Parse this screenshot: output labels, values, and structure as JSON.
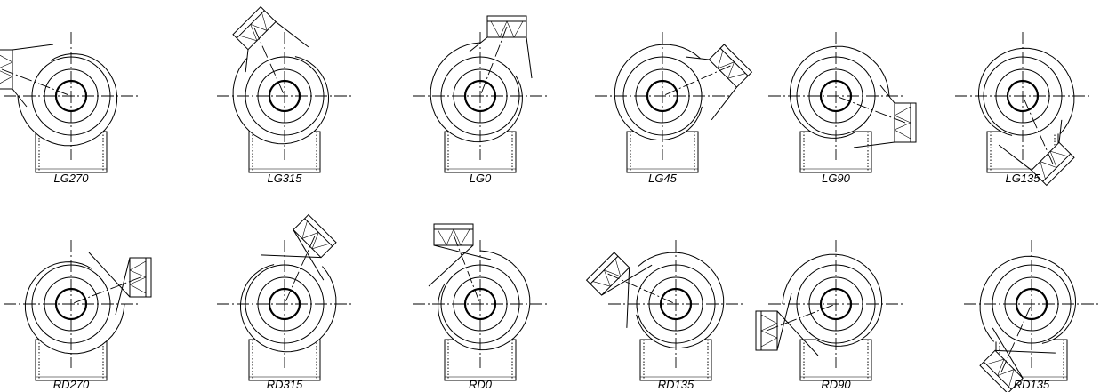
{
  "figure": {
    "variants": [
      {
        "id": "LG270",
        "label": "LG270"
      },
      {
        "id": "LG315",
        "label": "LG315"
      },
      {
        "id": "LG0",
        "label": "LG0"
      },
      {
        "id": "LG45",
        "label": "LG45"
      },
      {
        "id": "LG90",
        "label": "LG90"
      },
      {
        "id": "LG135",
        "label": "LG135"
      },
      {
        "id": "RD270",
        "label": "RD270"
      },
      {
        "id": "RD315",
        "label": "RD315"
      },
      {
        "id": "RD0",
        "label": "RD0"
      },
      {
        "id": "RD135a",
        "label": "RD135"
      },
      {
        "id": "RD90",
        "label": "RD90"
      },
      {
        "id": "RD135b",
        "label": "RD135"
      }
    ]
  }
}
